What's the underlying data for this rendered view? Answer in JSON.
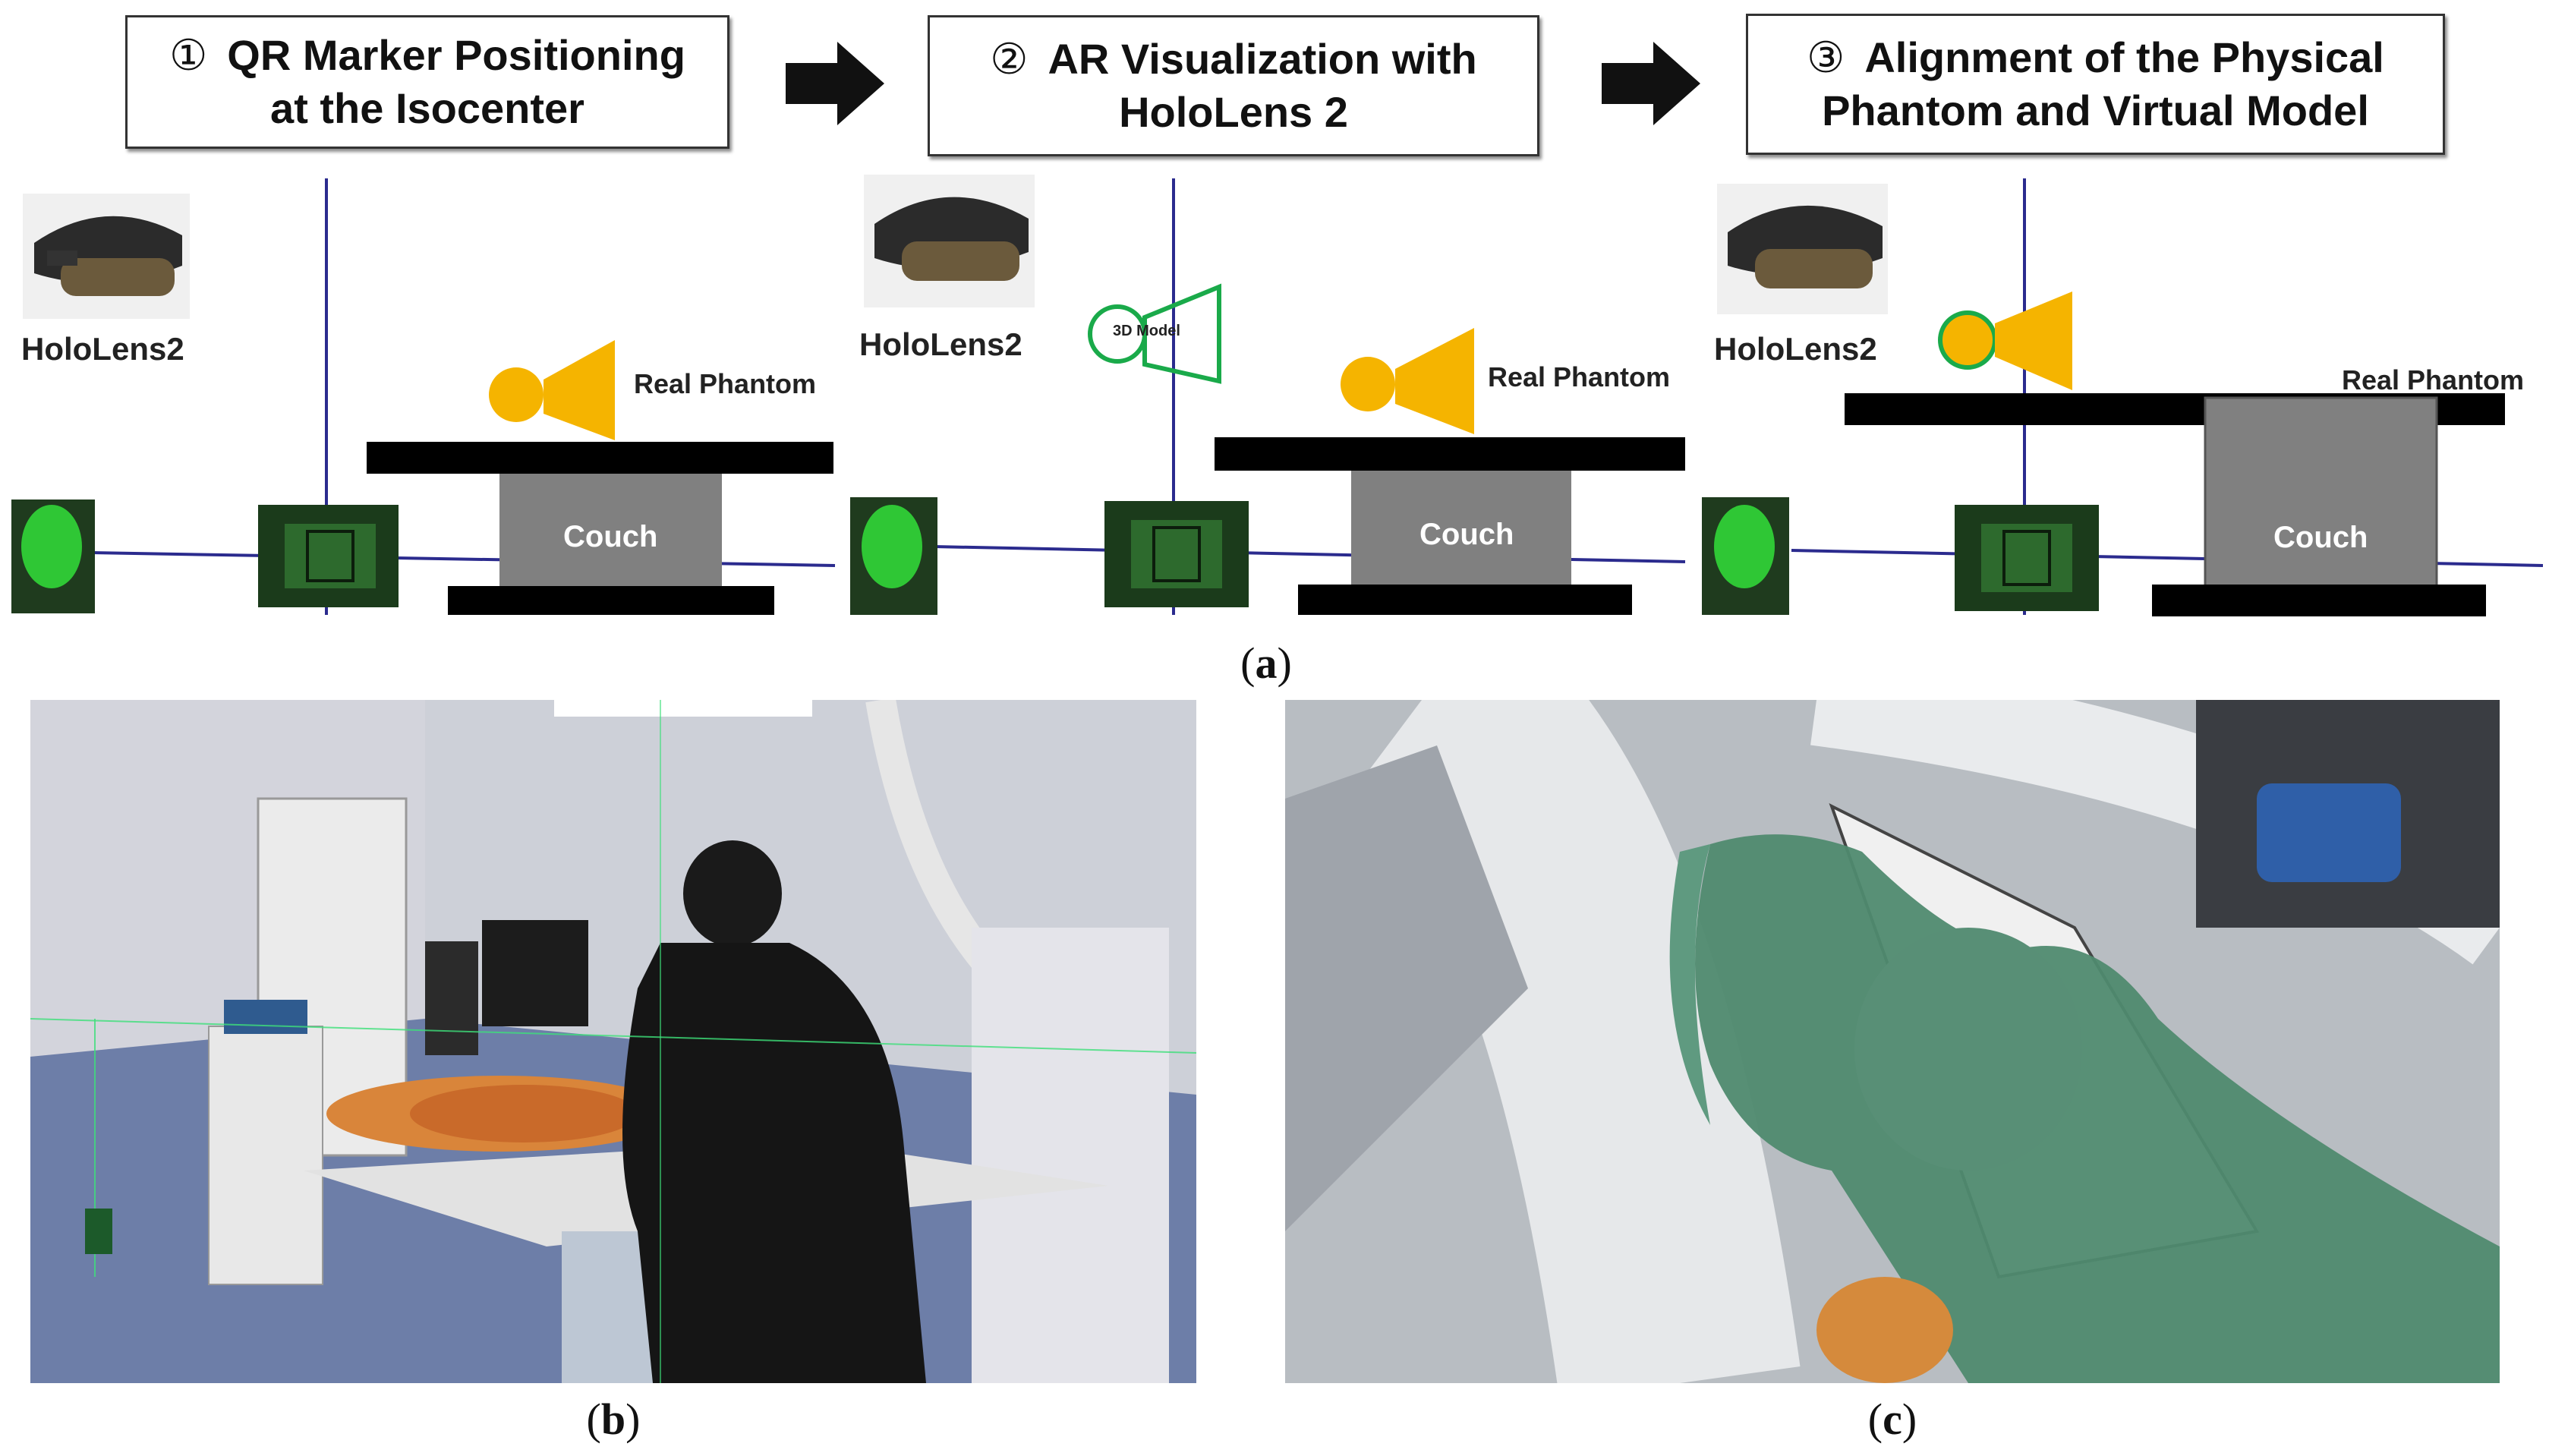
{
  "steps": [
    {
      "num": "①",
      "line1": "QR Marker Positioning",
      "line2": "at the Isocenter"
    },
    {
      "num": "②",
      "line1": "AR Visualization with",
      "line2": "HoloLens 2"
    },
    {
      "num": "③",
      "line1": "Alignment of the Physical",
      "line2": "Phantom and Virtual Model"
    }
  ],
  "panel_labels": {
    "hololens": "HoloLens2",
    "real_phantom": "Real Phantom",
    "couch": "Couch",
    "model": "3D Model"
  },
  "captions": {
    "a": {
      "open": "(",
      "letter": "a",
      "close": ")"
    },
    "b": {
      "open": "(",
      "letter": "b",
      "close": ")"
    },
    "c": {
      "open": "(",
      "letter": "c",
      "close": ")"
    }
  },
  "icons": [
    "arrow-right-icon",
    "hololens-icon",
    "laser-level-icon",
    "qr-marker-icon"
  ],
  "colors": {
    "laser_line": "#2b2b8e",
    "phantom": "#f5b400",
    "virtual_model": "#1aaa4a",
    "couch": "#808080",
    "couch_bar": "#000000"
  }
}
